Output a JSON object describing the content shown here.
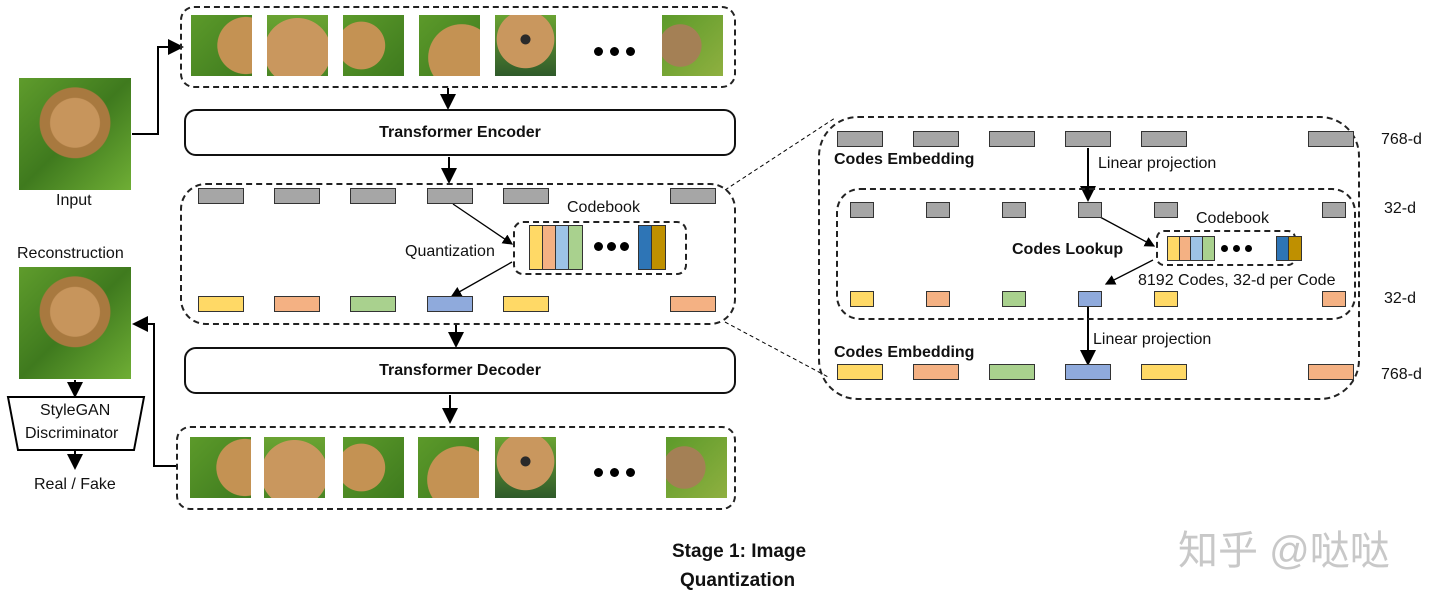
{
  "labels": {
    "input": "Input",
    "reconstruction": "Reconstruction",
    "discriminator_line1": "StyleGAN",
    "discriminator_line2": "Discriminator",
    "real_fake": "Real / Fake",
    "encoder": "Transformer Encoder",
    "decoder": "Transformer Decoder",
    "codebook": "Codebook",
    "quantization": "Quantization",
    "codes_embedding_top": "Codes Embedding",
    "codes_embedding_bottom": "Codes Embedding",
    "linear_projection_top": "Linear projection",
    "linear_projection_bottom": "Linear projection",
    "codes_lookup": "Codes Lookup",
    "detail_codebook": "Codebook",
    "codebook_size": "8192 Codes, 32-d per Code",
    "dim_768_top": "768-d",
    "dim_32_top": "32-d",
    "dim_32_bottom": "32-d",
    "dim_768_bottom": "768-d",
    "caption_line1": "Stage 1: Image",
    "caption_line2": "Quantization",
    "watermark": "知乎 @哒哒"
  },
  "colors": {
    "gray": "#a6a6a6",
    "yellow": "#ffd966",
    "orange": "#f4b183",
    "lightblue": "#9dc3e6",
    "green": "#a9d18e",
    "blue": "#8faadc",
    "darkblue": "#2e75b6",
    "gold": "#bf9000"
  },
  "quantized_codes": [
    "yellow",
    "orange",
    "green",
    "blue",
    "yellow",
    "orange"
  ],
  "codebook_entries": [
    "yellow",
    "orange",
    "lightblue",
    "green",
    "...",
    "darkblue",
    "gold"
  ]
}
